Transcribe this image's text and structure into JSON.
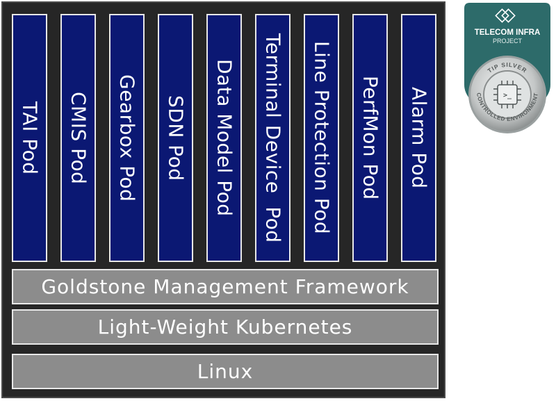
{
  "pods": [
    {
      "label": "TAI Pod"
    },
    {
      "label": "CMIS Pod"
    },
    {
      "label": "Gearbox Pod"
    },
    {
      "label": "SDN Pod"
    },
    {
      "label": "Data Model Pod"
    },
    {
      "label": "Terminal Device  Pod"
    },
    {
      "label": "Line Protection Pod"
    },
    {
      "label": "PerfMon Pod"
    },
    {
      "label": "Alarm Pod"
    }
  ],
  "layers": {
    "framework": "Goldstone Management Framework",
    "kubernetes": "Light-Weight Kubernetes",
    "linux": "Linux"
  },
  "badge": {
    "line1": "TELECOM INFRA",
    "line2": "PROJECT",
    "tier": "TIP SILVER",
    "ring_text": "CONTROLLED ENVIRONMENT",
    "center_glyph": ">_",
    "colors": {
      "teal": "#2d6b6a",
      "silver": "#c9cccc"
    }
  }
}
